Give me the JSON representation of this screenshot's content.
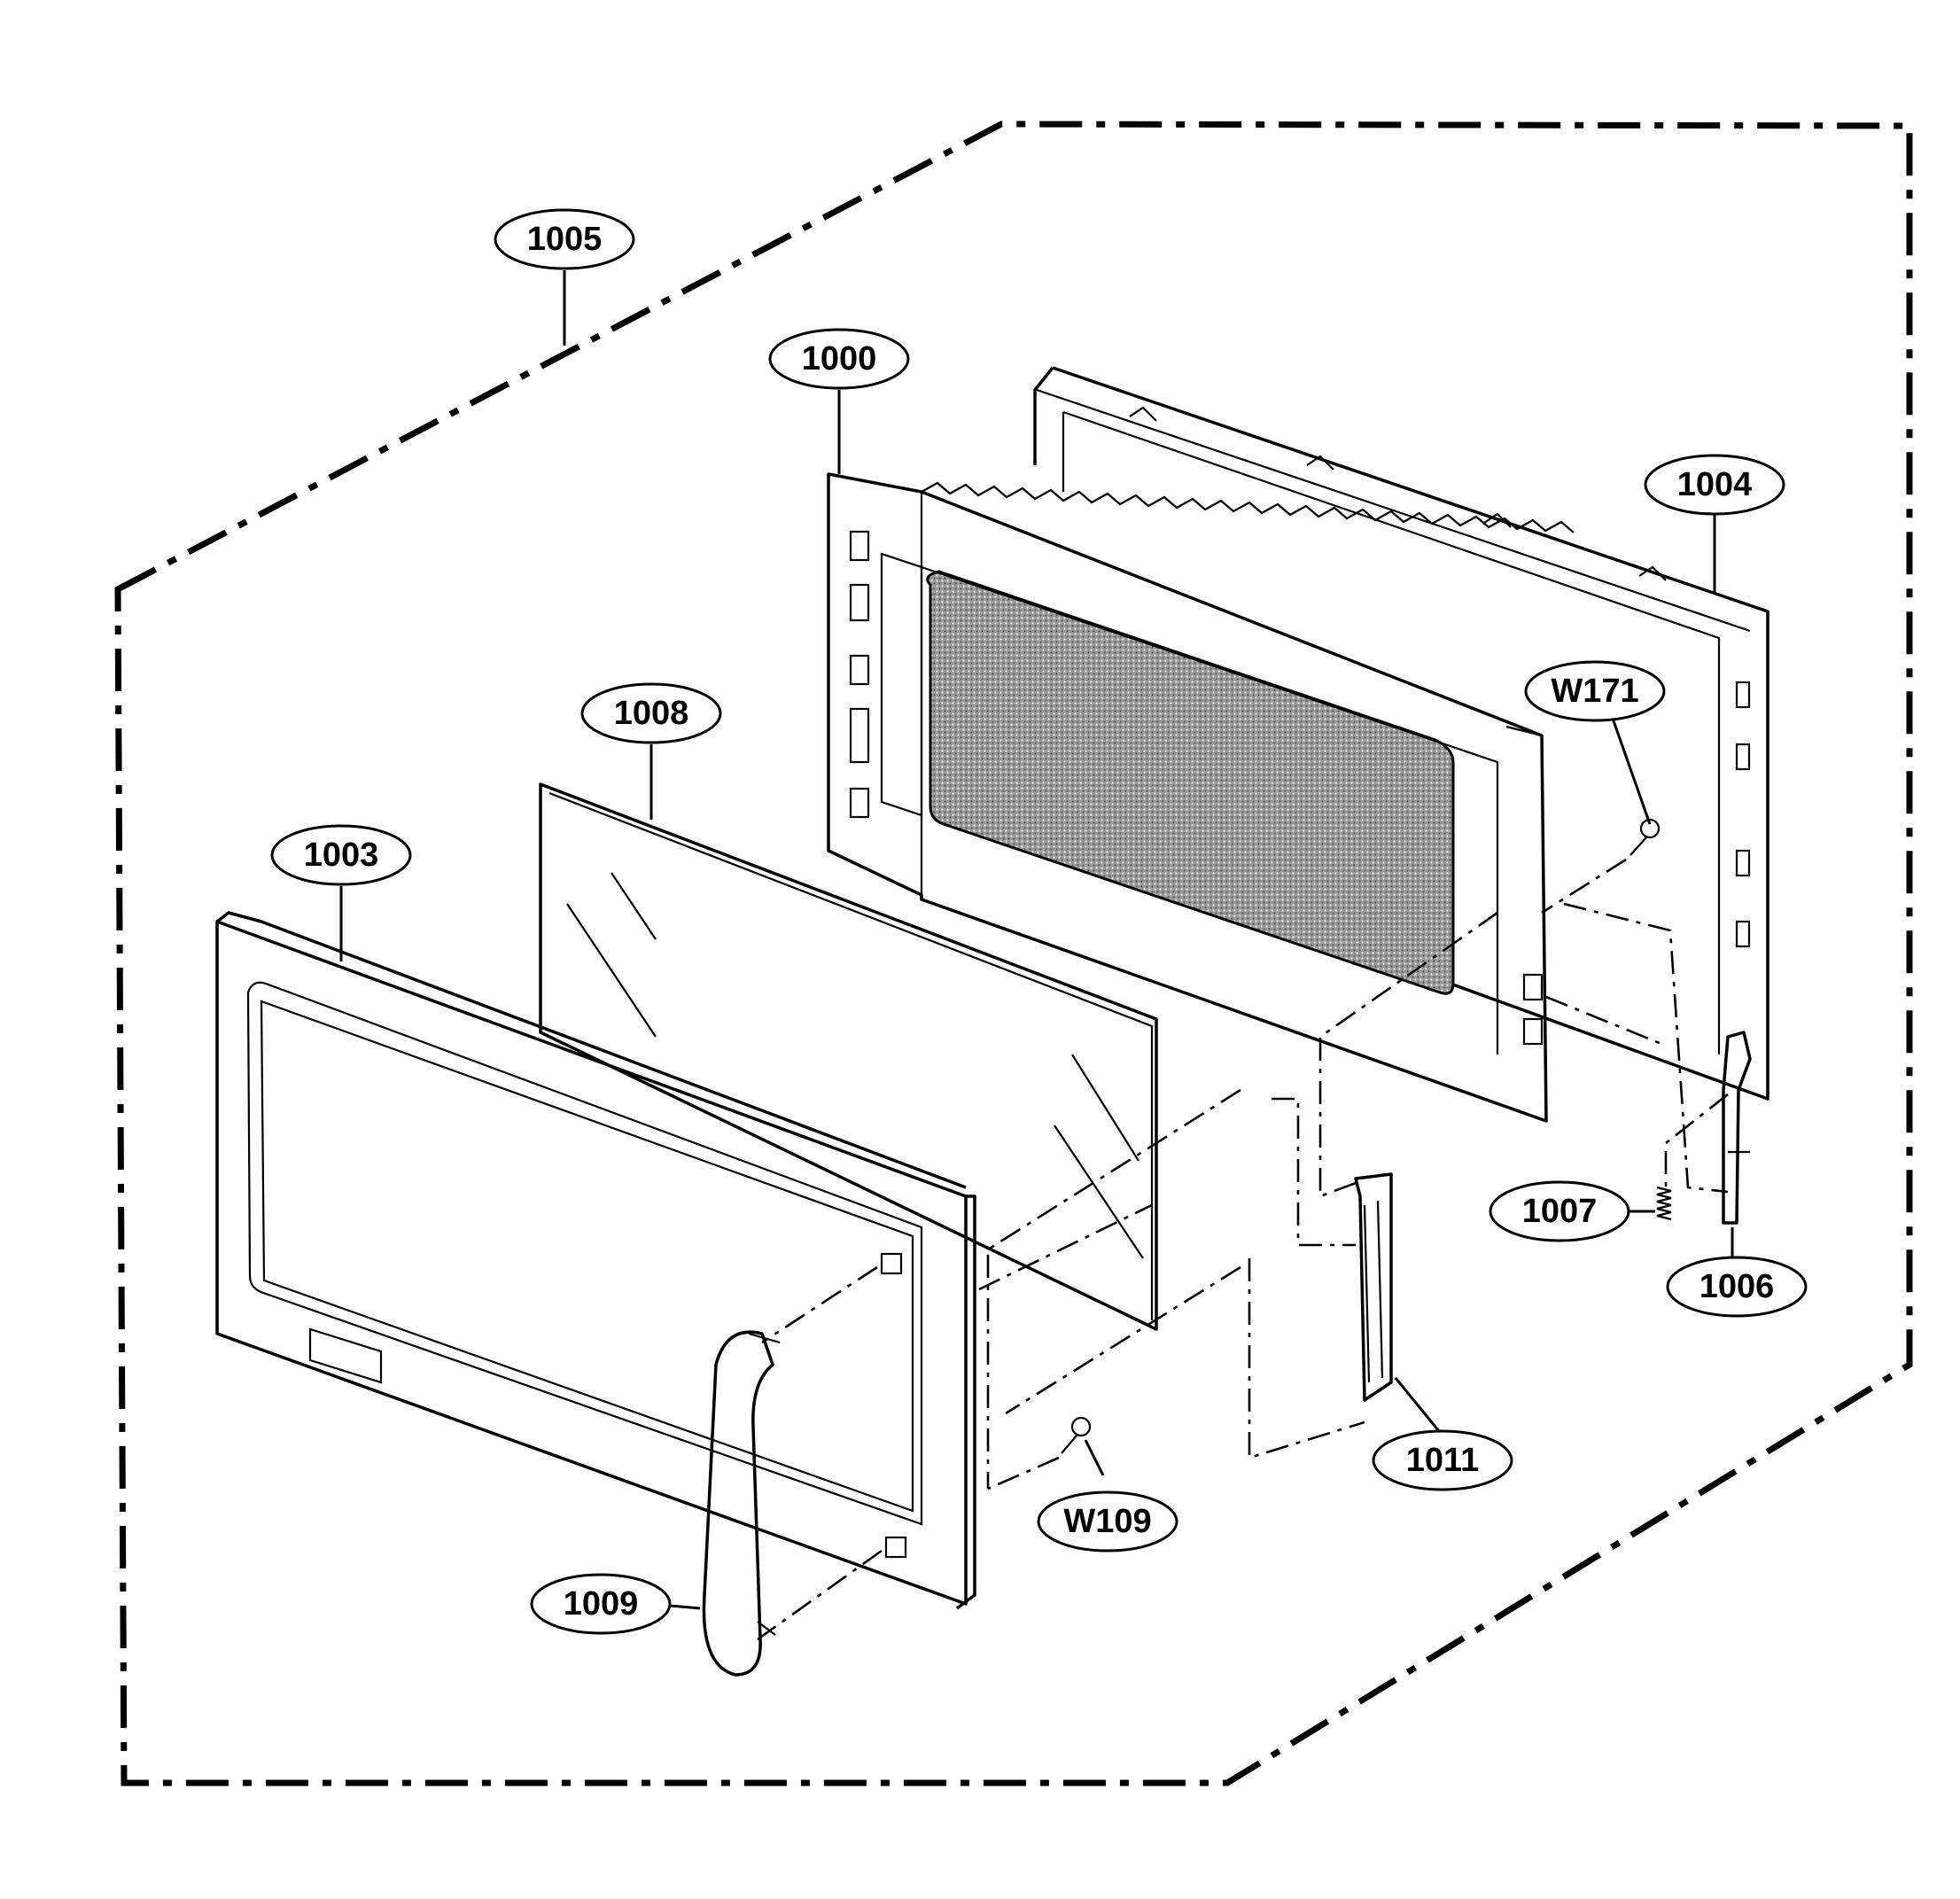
{
  "callouts": [
    {
      "id": "1005",
      "label": "1005"
    },
    {
      "id": "1000",
      "label": "1000"
    },
    {
      "id": "1004",
      "label": "1004"
    },
    {
      "id": "1008",
      "label": "1008"
    },
    {
      "id": "W171",
      "label": "W171"
    },
    {
      "id": "1003",
      "label": "1003"
    },
    {
      "id": "1007",
      "label": "1007"
    },
    {
      "id": "1006",
      "label": "1006"
    },
    {
      "id": "1011",
      "label": "1011"
    },
    {
      "id": "W109",
      "label": "W109"
    },
    {
      "id": "1009",
      "label": "1009"
    }
  ]
}
